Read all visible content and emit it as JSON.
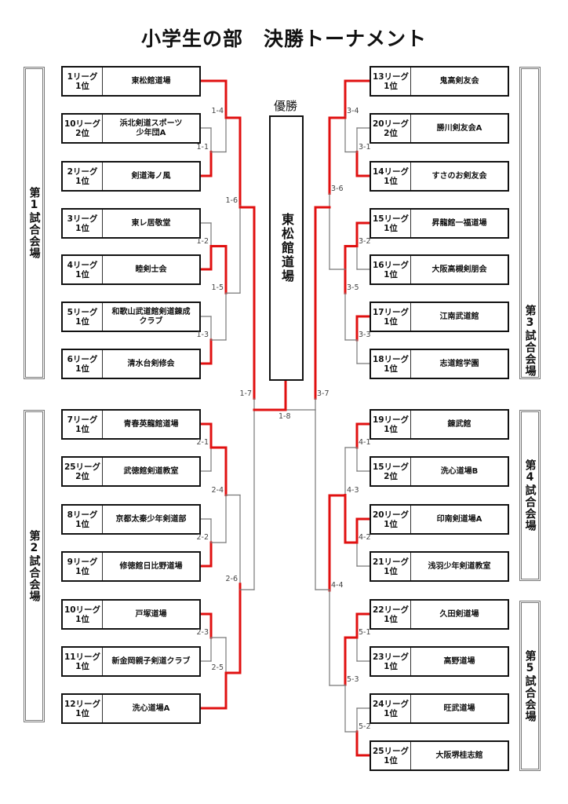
{
  "title": "小学生の部　決勝トーナメント",
  "winner": {
    "label": "優勝",
    "team": "東松館道場"
  },
  "colors": {
    "winner_line": "#e01010",
    "line": "#777777",
    "box_border": "#111111"
  },
  "venues": [
    {
      "id": "v1",
      "label": "第1試合会場",
      "side": "left"
    },
    {
      "id": "v2",
      "label": "第2試合会場",
      "side": "left"
    },
    {
      "id": "v3",
      "label": "第3試合会場",
      "side": "right"
    },
    {
      "id": "v4",
      "label": "第4試合会場",
      "side": "right"
    },
    {
      "id": "v5",
      "label": "第5試合会場",
      "side": "right"
    }
  ],
  "teams": {
    "left": [
      {
        "seed_line1": "1リーグ",
        "seed_line2": "1位",
        "name": "東松館道場"
      },
      {
        "seed_line1": "10リーグ",
        "seed_line2": "2位",
        "name": "浜北剣道スポーツ\n少年団A"
      },
      {
        "seed_line1": "2リーグ",
        "seed_line2": "1位",
        "name": "剣道海ノ風"
      },
      {
        "seed_line1": "3リーグ",
        "seed_line2": "1位",
        "name": "東レ居敬堂"
      },
      {
        "seed_line1": "4リーグ",
        "seed_line2": "1位",
        "name": "睦剣士会"
      },
      {
        "seed_line1": "5リーグ",
        "seed_line2": "1位",
        "name": "和歌山武道館剣道錬成\nクラブ"
      },
      {
        "seed_line1": "6リーグ",
        "seed_line2": "1位",
        "name": "清水台剣修会"
      },
      {
        "seed_line1": "7リーグ",
        "seed_line2": "1位",
        "name": "青春英龍館道場"
      },
      {
        "seed_line1": "25リーグ",
        "seed_line2": "2位",
        "name": "武徳館剣道教室"
      },
      {
        "seed_line1": "8リーグ",
        "seed_line2": "1位",
        "name": "京都太秦少年剣道部"
      },
      {
        "seed_line1": "9リーグ",
        "seed_line2": "1位",
        "name": "修徳館日比野道場"
      },
      {
        "seed_line1": "10リーグ",
        "seed_line2": "1位",
        "name": "戸塚道場"
      },
      {
        "seed_line1": "11リーグ",
        "seed_line2": "1位",
        "name": "新金岡親子剣道クラブ"
      },
      {
        "seed_line1": "12リーグ",
        "seed_line2": "1位",
        "name": "洗心道場A"
      }
    ],
    "right": [
      {
        "seed_line1": "13リーグ",
        "seed_line2": "1位",
        "name": "鬼高剣友会"
      },
      {
        "seed_line1": "20リーグ",
        "seed_line2": "2位",
        "name": "勝川剣友会A"
      },
      {
        "seed_line1": "14リーグ",
        "seed_line2": "1位",
        "name": "すさのお剣友会"
      },
      {
        "seed_line1": "15リーグ",
        "seed_line2": "1位",
        "name": "昇龍館一福道場"
      },
      {
        "seed_line1": "16リーグ",
        "seed_line2": "1位",
        "name": "大阪高槻剣朋会"
      },
      {
        "seed_line1": "17リーグ",
        "seed_line2": "1位",
        "name": "江南武道館"
      },
      {
        "seed_line1": "18リーグ",
        "seed_line2": "1位",
        "name": "志道館学園"
      },
      {
        "seed_line1": "19リーグ",
        "seed_line2": "1位",
        "name": "錬武館"
      },
      {
        "seed_line1": "15リーグ",
        "seed_line2": "2位",
        "name": "洗心道場B"
      },
      {
        "seed_line1": "20リーグ",
        "seed_line2": "1位",
        "name": "印南剣道場A"
      },
      {
        "seed_line1": "21リーグ",
        "seed_line2": "1位",
        "name": "浅羽少年剣道教室"
      },
      {
        "seed_line1": "22リーグ",
        "seed_line2": "1位",
        "name": "久田剣道場"
      },
      {
        "seed_line1": "23リーグ",
        "seed_line2": "1位",
        "name": "高野道場"
      },
      {
        "seed_line1": "24リーグ",
        "seed_line2": "1位",
        "name": "旺武道場"
      },
      {
        "seed_line1": "25リーグ",
        "seed_line2": "1位",
        "name": "大阪堺桂志館"
      }
    ]
  },
  "matches": [
    {
      "id": "1-1",
      "label": "1-1",
      "winner": "bottom"
    },
    {
      "id": "1-2",
      "label": "1-2",
      "winner": "bottom"
    },
    {
      "id": "1-3",
      "label": "1-3",
      "winner": "bottom"
    },
    {
      "id": "1-4",
      "label": "1-4",
      "winner": "top"
    },
    {
      "id": "1-5",
      "label": "1-5",
      "winner": "top"
    },
    {
      "id": "1-6",
      "label": "1-6",
      "winner": "top"
    },
    {
      "id": "2-1",
      "label": "2-1",
      "winner": "top"
    },
    {
      "id": "2-2",
      "label": "2-2",
      "winner": "bottom"
    },
    {
      "id": "2-3",
      "label": "2-3",
      "winner": "top"
    },
    {
      "id": "2-4",
      "label": "2-4",
      "winner": "top"
    },
    {
      "id": "2-5",
      "label": "2-5",
      "winner": "bottom"
    },
    {
      "id": "2-6",
      "label": "2-6",
      "winner": "bottom"
    },
    {
      "id": "1-7",
      "label": "1-7",
      "winner": "top"
    },
    {
      "id": "3-1",
      "label": "3-1",
      "winner": "bottom"
    },
    {
      "id": "3-2",
      "label": "3-2",
      "winner": "top"
    },
    {
      "id": "3-3",
      "label": "3-3",
      "winner": "top"
    },
    {
      "id": "3-4",
      "label": "3-4",
      "winner": "top"
    },
    {
      "id": "3-5",
      "label": "3-5",
      "winner": "top"
    },
    {
      "id": "3-6",
      "label": "3-6",
      "winner": "top"
    },
    {
      "id": "4-1",
      "label": "4-1",
      "winner": "top"
    },
    {
      "id": "4-2",
      "label": "4-2",
      "winner": "top"
    },
    {
      "id": "4-3",
      "label": "4-3",
      "winner": "bottom"
    },
    {
      "id": "5-1",
      "label": "5-1",
      "winner": "top"
    },
    {
      "id": "5-2",
      "label": "5-2",
      "winner": "bottom"
    },
    {
      "id": "5-3",
      "label": "5-3",
      "winner": "top"
    },
    {
      "id": "4-4",
      "label": "4-4",
      "winner": "top"
    },
    {
      "id": "3-7",
      "label": "3-7",
      "winner": "top"
    },
    {
      "id": "1-8",
      "label": "1-8",
      "winner": "left"
    }
  ]
}
